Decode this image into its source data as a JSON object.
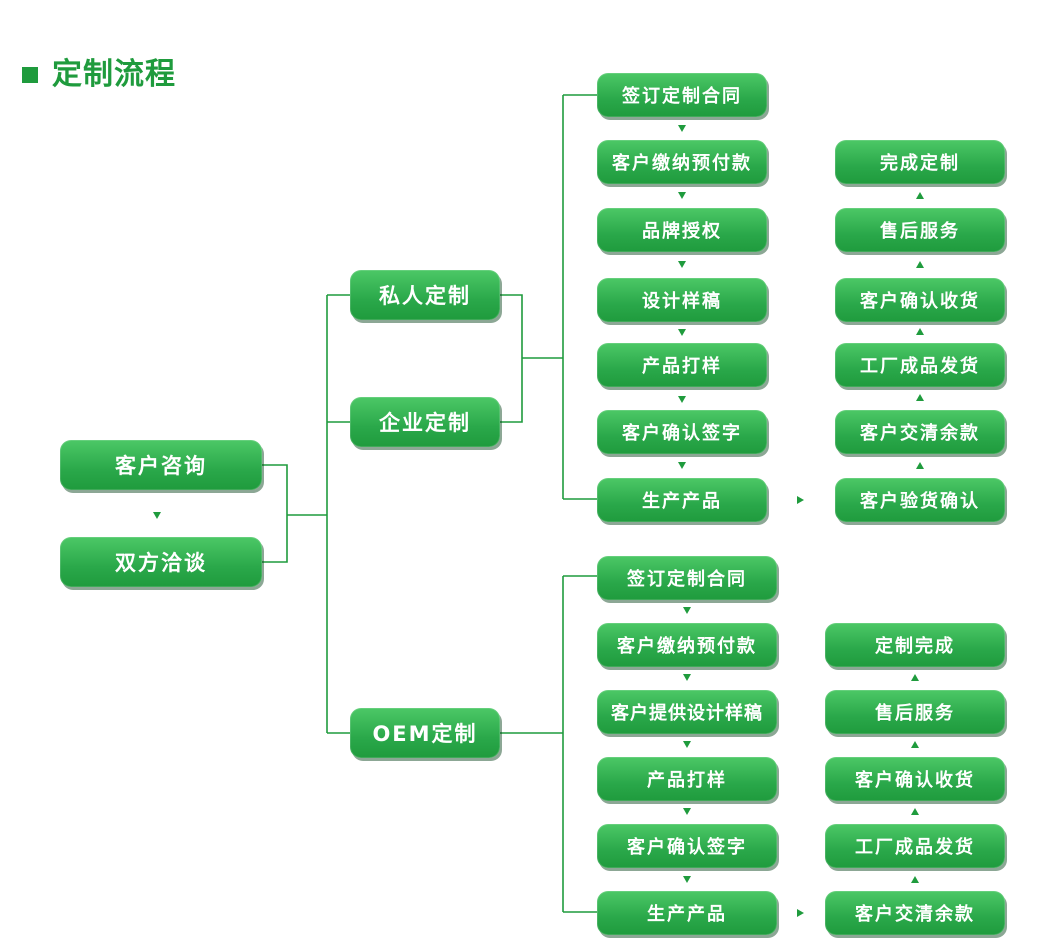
{
  "title": "定制流程",
  "colors": {
    "accent": "#1f9b3d",
    "node_fill": "#2aa84a",
    "line": "#1f9b3d"
  },
  "start": {
    "consult": "客户咨询",
    "negotiate": "双方洽谈"
  },
  "types": {
    "private": "私人定制",
    "enterprise": "企业定制",
    "oem": "OEM定制"
  },
  "flow_a": {
    "steps": [
      "签订定制合同",
      "客户缴纳预付款",
      "品牌授权",
      "设计样稿",
      "产品打样",
      "客户确认签字",
      "生产产品"
    ],
    "after": [
      "客户验货确认",
      "客户交清余款",
      "工厂成品发货",
      "客户确认收货",
      "售后服务",
      "完成定制"
    ]
  },
  "flow_b": {
    "steps": [
      "签订定制合同",
      "客户缴纳预付款",
      "客户提供设计样稿",
      "产品打样",
      "客户确认签字",
      "生产产品"
    ],
    "after": [
      "客户交清余款",
      "工厂成品发货",
      "客户确认收货",
      "售后服务",
      "定制完成"
    ]
  }
}
